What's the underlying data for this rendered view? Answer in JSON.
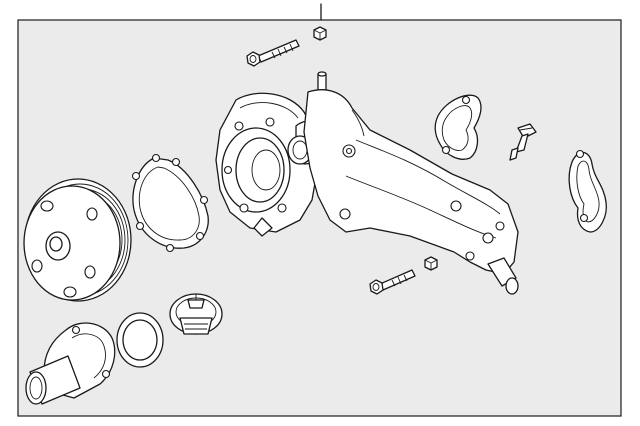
{
  "diagram": {
    "background_color": "#ebebeb",
    "line_color": "#1a1a1a",
    "callouts": [],
    "parts": [
      {
        "id": "pulley",
        "icon": "pulley-icon"
      },
      {
        "id": "pump-gasket",
        "icon": "gasket-icon"
      },
      {
        "id": "water-pump-housing",
        "icon": "water-pump-icon"
      },
      {
        "id": "coolant-outlet-manifold",
        "icon": "outlet-manifold-icon"
      },
      {
        "id": "bolt-upper",
        "icon": "bolt-icon"
      },
      {
        "id": "nut-upper",
        "icon": "nut-icon"
      },
      {
        "id": "bolt-lower",
        "icon": "bolt-icon"
      },
      {
        "id": "nut-lower",
        "icon": "nut-icon"
      },
      {
        "id": "outlet-gasket-small",
        "icon": "gasket-icon"
      },
      {
        "id": "temperature-sensor",
        "icon": "sensor-icon"
      },
      {
        "id": "outlet-gasket-right",
        "icon": "gasket-icon"
      },
      {
        "id": "thermostat",
        "icon": "thermostat-icon"
      },
      {
        "id": "thermostat-seal",
        "icon": "o-ring-icon"
      },
      {
        "id": "thermostat-housing",
        "icon": "thermostat-housing-icon"
      }
    ]
  }
}
